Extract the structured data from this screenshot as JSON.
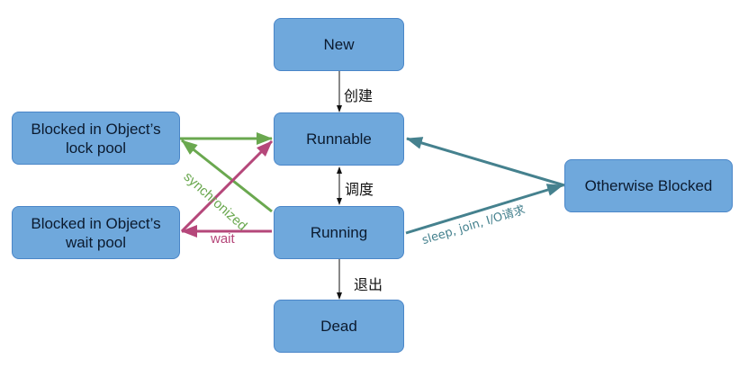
{
  "nodes": {
    "new": "New",
    "runnable": "Runnable",
    "running": "Running",
    "dead": "Dead",
    "lock_pool": "Blocked in Object’s lock pool",
    "wait_pool": "Blocked in Object’s wait pool",
    "otherwise": "Otherwise Blocked"
  },
  "edges": {
    "create": "创建",
    "schedule": "调度",
    "exit": "退出",
    "wait": "wait",
    "synchronized": "synchronized",
    "sleep": "sleep, join, I/O请求"
  },
  "colors": {
    "node_fill": "#6fa8dc",
    "node_border": "#4a86c8",
    "green": "#6aa84f",
    "magenta": "#b5477a",
    "teal": "#45818e",
    "black": "#111111"
  }
}
